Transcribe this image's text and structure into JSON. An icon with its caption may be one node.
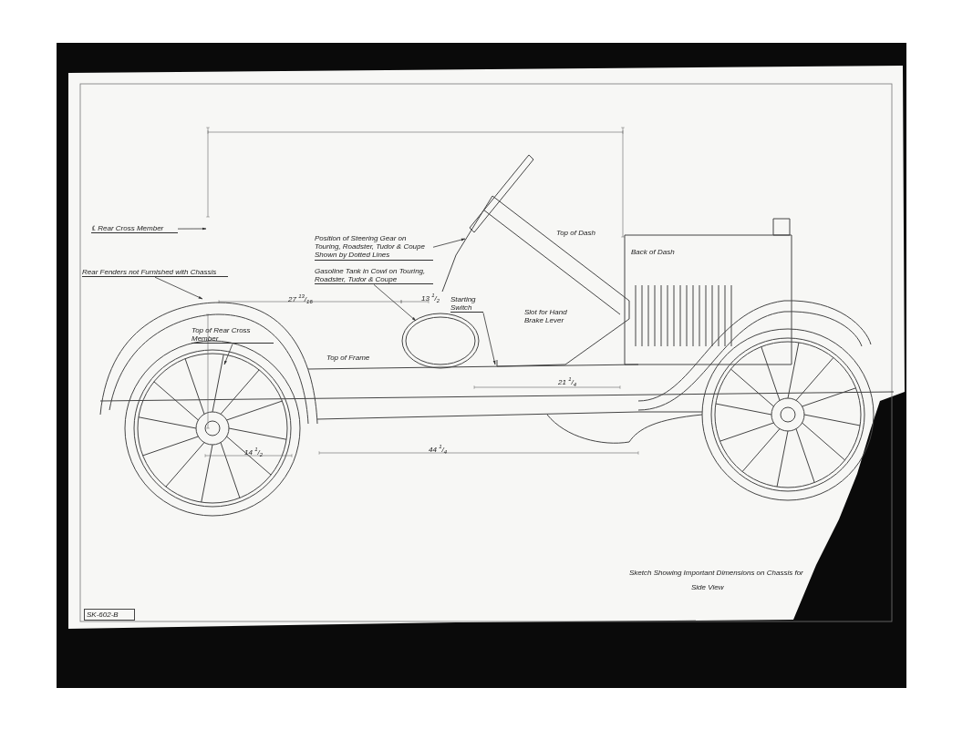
{
  "diagram": {
    "nodes": [
      {
        "text": [
          "℄ Rear Cross Member"
        ]
      },
      {
        "text": [
          "Rear Fenders not Furnished with Chassis"
        ]
      },
      {
        "text": [
          "Position of Steering Gear on Touring, Roadster, Tudor & Coupe Shown by Dotted Lines"
        ]
      },
      {
        "text": [
          "Gasoline Tank in Cowl on Touring, Roadster, Tudor & Coupe"
        ]
      },
      {
        "text": [
          "Starting Switch"
        ]
      },
      {
        "text": [
          "Top of Rear Cross Member"
        ]
      }
    ],
    "edges": [
      {
        "from": 0,
        "to": null,
        "arrow": "to"
      },
      {
        "from": 1,
        "to": null,
        "arrow": "to"
      },
      {
        "from": 2,
        "to": null,
        "arrow": "to"
      },
      {
        "from": 3,
        "to": null,
        "arrow": "to"
      },
      {
        "from": 4,
        "to": null,
        "arrow": "to"
      },
      {
        "from": 5,
        "to": null,
        "arrow": "to"
      }
    ],
    "labels": [
      "Top of Dash",
      "Back of Dash",
      "27 $^{13}$/$_{16}$",
      "13 $^{1}$/$_{2}$",
      "Slot for Hand Brake Lever",
      "Top of Frame",
      "21 $^{1}$/$_{4}$",
      "14 $^{1}$/$_{2}$",
      "44 $^{1}$/$_{4}$",
      "Sketch Showing Important Dimensions on Chassis for",
      "Side View",
      "SK-602-B"
    ]
  }
}
